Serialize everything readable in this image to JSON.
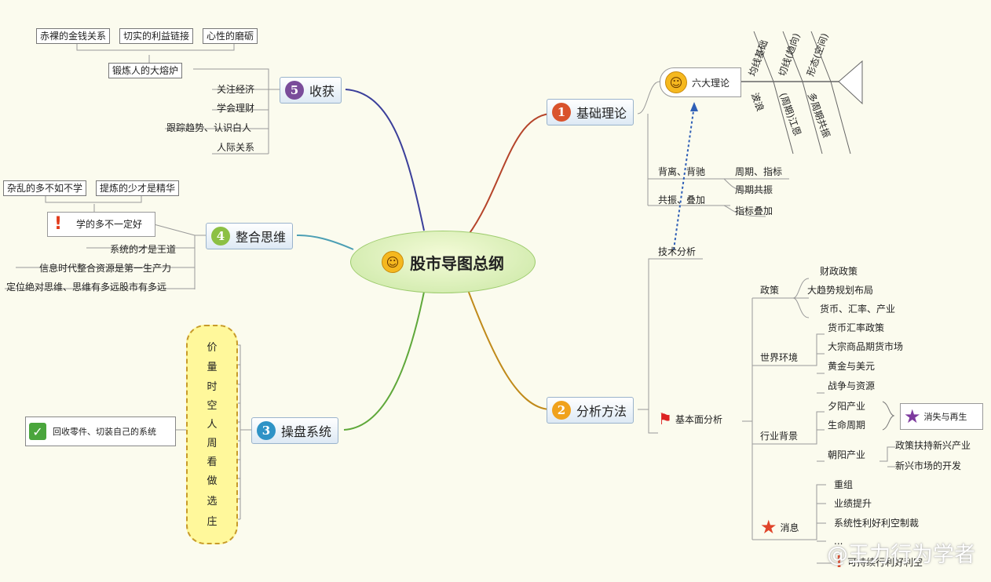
{
  "center": {
    "title": "股市导图总纲"
  },
  "branch1": {
    "num": "1",
    "label": "基础理论",
    "six": "六大理论",
    "fish_top": [
      "均线基础",
      "切线(趋向)",
      "形态(空间)"
    ],
    "fish_bottom": [
      "波浪",
      "(周期)江恩",
      "多周期共振"
    ],
    "rows": [
      {
        "left": "背离、背驰",
        "right": [
          "周期、指标"
        ]
      },
      {
        "left": "共振、叠加",
        "right": [
          "周期共振",
          "指标叠加"
        ]
      }
    ]
  },
  "branch2": {
    "num": "2",
    "label": "分析方法",
    "tech": "技术分析",
    "basic": "基本面分析",
    "policy": {
      "label": "政策",
      "items": [
        "财政政策",
        "大趋势规划布局",
        "货币、汇率、产业"
      ]
    },
    "world": {
      "label": "世界环境",
      "items": [
        "货币汇率政策",
        "大宗商品期货市场",
        "黄金与美元",
        "战争与资源"
      ]
    },
    "industry": {
      "label": "行业背景",
      "items": [
        "夕阳产业",
        "生命周期",
        "朝阳产业"
      ],
      "star_note": "消失与再生",
      "sunrise": [
        "政策扶持新兴产业",
        "新兴市场的开发"
      ]
    },
    "news": {
      "label": "消息",
      "items": [
        "重组",
        "业绩提升",
        "系统性利好利空制裁",
        "..."
      ],
      "warn": "可持续行利好利空"
    }
  },
  "branch3": {
    "num": "3",
    "label": "操盘系统",
    "jewels": [
      "价",
      "量",
      "时",
      "空",
      "人",
      "周",
      "看",
      "做",
      "选",
      "庄"
    ],
    "note": "回收零件、切装自己的系统"
  },
  "branch4": {
    "num": "4",
    "label": "整合思维",
    "top": [
      "杂乱的多不如不学",
      "提炼的少才是精华"
    ],
    "warn": "学的多不一定好",
    "items": [
      "系统的才是王道",
      "信息时代整合资源是第一生产力",
      "定位绝对思维、思维有多远股市有多远"
    ]
  },
  "branch5": {
    "num": "5",
    "label": "收获",
    "top": [
      "赤裸的金钱关系",
      "切实的利益链接",
      "心性的磨砺"
    ],
    "furnace": "锻炼人的大熔炉",
    "items": [
      "关注经济",
      "学会理财",
      "跟踪趋势、认识白人",
      "人际关系"
    ]
  },
  "watermark": "@王力行为学者",
  "colors": {
    "branch1": "#b5442a",
    "branch2": "#c08a1a",
    "branch3": "#5fa83a",
    "branch4": "#4c9fb4",
    "branch5": "#3b3f9a"
  }
}
